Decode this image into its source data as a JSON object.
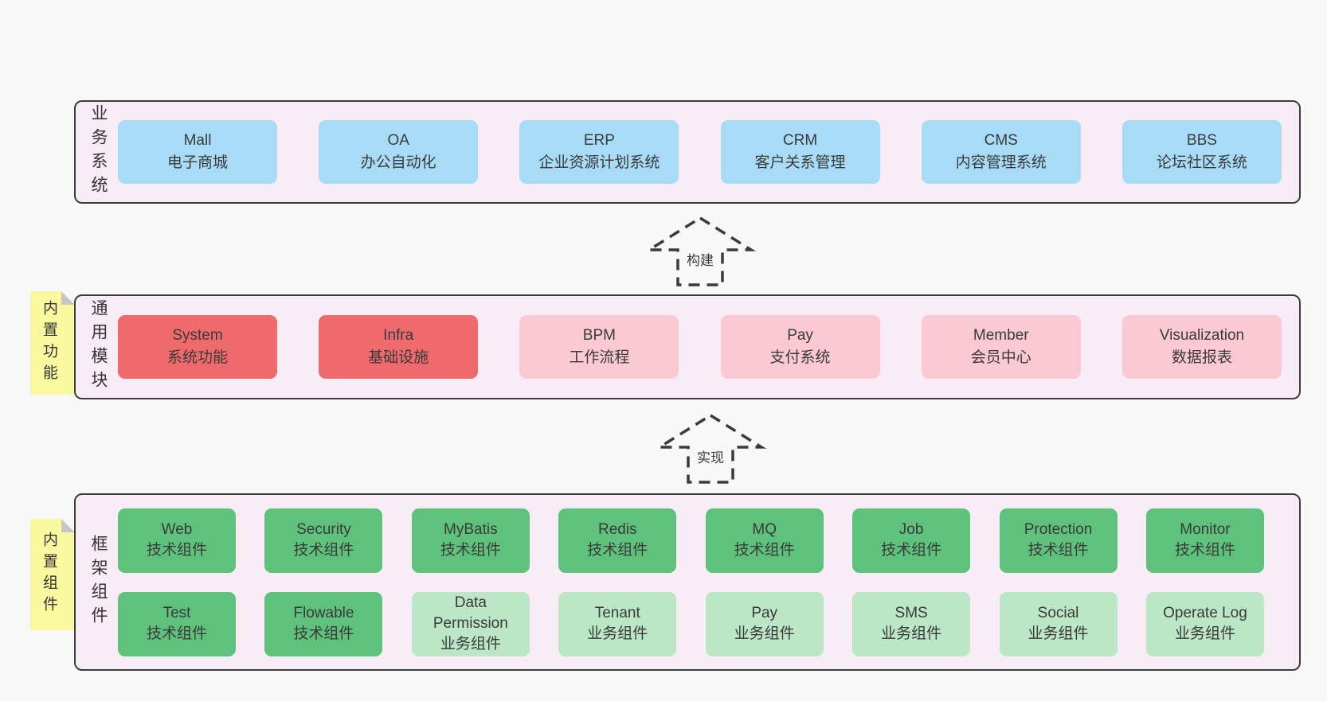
{
  "colors": {
    "page_bg": "#f8f8f8",
    "panel_bg": "#f8edf6",
    "panel_border": "#3d3d3d",
    "blue": "#a8dcf6",
    "red": "#ee6a6c",
    "pink": "#fbc9d4",
    "green": "#5ec27d",
    "lightgreen": "#bbe7c6",
    "sticky_bg": "#fbf9a0",
    "sticky_fold": "#c6c6c6",
    "text": "#3a3a3a"
  },
  "panels": [
    {
      "id": "business-systems",
      "label": "业务系统",
      "boxes": [
        {
          "title": "Mall",
          "subtitle": "电子商城",
          "variant": "blue"
        },
        {
          "title": "OA",
          "subtitle": "办公自动化",
          "variant": "blue"
        },
        {
          "title": "ERP",
          "subtitle": "企业资源计划系统",
          "variant": "blue"
        },
        {
          "title": "CRM",
          "subtitle": "客户关系管理",
          "variant": "blue"
        },
        {
          "title": "CMS",
          "subtitle": "内容管理系统",
          "variant": "blue"
        },
        {
          "title": "BBS",
          "subtitle": "论坛社区系统",
          "variant": "blue"
        }
      ]
    },
    {
      "id": "common-modules",
      "label": "通用模块",
      "sticky": "内置功能",
      "boxes": [
        {
          "title": "System",
          "subtitle": "系统功能",
          "variant": "red"
        },
        {
          "title": "Infra",
          "subtitle": "基础设施",
          "variant": "red"
        },
        {
          "title": "BPM",
          "subtitle": "工作流程",
          "variant": "pink"
        },
        {
          "title": "Pay",
          "subtitle": "支付系统",
          "variant": "pink"
        },
        {
          "title": "Member",
          "subtitle": "会员中心",
          "variant": "pink"
        },
        {
          "title": "Visualization",
          "subtitle": "数据报表",
          "variant": "pink"
        }
      ]
    },
    {
      "id": "framework-components",
      "label": "框架组件",
      "sticky": "内置组件",
      "rows": [
        [
          {
            "title": "Web",
            "subtitle": "技术组件",
            "variant": "green"
          },
          {
            "title": "Security",
            "subtitle": "技术组件",
            "variant": "green"
          },
          {
            "title": "MyBatis",
            "subtitle": "技术组件",
            "variant": "green"
          },
          {
            "title": "Redis",
            "subtitle": "技术组件",
            "variant": "green"
          },
          {
            "title": "MQ",
            "subtitle": "技术组件",
            "variant": "green"
          },
          {
            "title": "Job",
            "subtitle": "技术组件",
            "variant": "green"
          },
          {
            "title": "Protection",
            "subtitle": "技术组件",
            "variant": "green"
          },
          {
            "title": "Monitor",
            "subtitle": "技术组件",
            "variant": "green"
          }
        ],
        [
          {
            "title": "Test",
            "subtitle": "技术组件",
            "variant": "green"
          },
          {
            "title": "Flowable",
            "subtitle": "技术组件",
            "variant": "green"
          },
          {
            "title": "Data Permission",
            "subtitle": "业务组件",
            "variant": "lightgreen"
          },
          {
            "title": "Tenant",
            "subtitle": "业务组件",
            "variant": "lightgreen"
          },
          {
            "title": "Pay",
            "subtitle": "业务组件",
            "variant": "lightgreen"
          },
          {
            "title": "SMS",
            "subtitle": "业务组件",
            "variant": "lightgreen"
          },
          {
            "title": "Social",
            "subtitle": "业务组件",
            "variant": "lightgreen"
          },
          {
            "title": "Operate Log",
            "subtitle": "业务组件",
            "variant": "lightgreen"
          }
        ]
      ]
    }
  ],
  "arrows": [
    {
      "label": "构建"
    },
    {
      "label": "实现"
    }
  ]
}
